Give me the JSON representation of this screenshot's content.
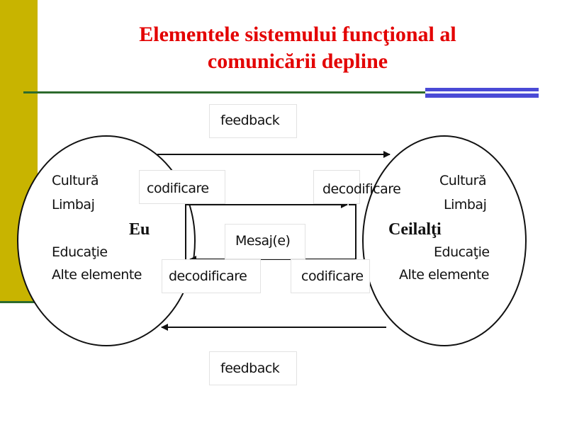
{
  "slide": {
    "title_line1": "Elementele sistemului funcţional al",
    "title_line2": "comunicării depline"
  },
  "diagram": {
    "feedback_top": "feedback",
    "feedback_bottom": "feedback",
    "message": "Mesaj(e)",
    "left": {
      "name": "Eu",
      "line1": "Cultură",
      "line2": "Limbaj",
      "line3": "Educaţie",
      "line4": "Alte elemente",
      "encode": "codificare",
      "decode": "decodificare"
    },
    "right": {
      "name": "Ceilalţi",
      "line1": "Cultură",
      "line2": "Limbaj",
      "line3": "Educaţie",
      "line4": "Alte elemente",
      "decode": "decodificare",
      "encode": "codificare"
    }
  },
  "colors": {
    "title": "#e30000",
    "side_bar": "#c8b400",
    "rule_green": "#2d6b2d",
    "rule_blue": "#4a4ad6"
  }
}
